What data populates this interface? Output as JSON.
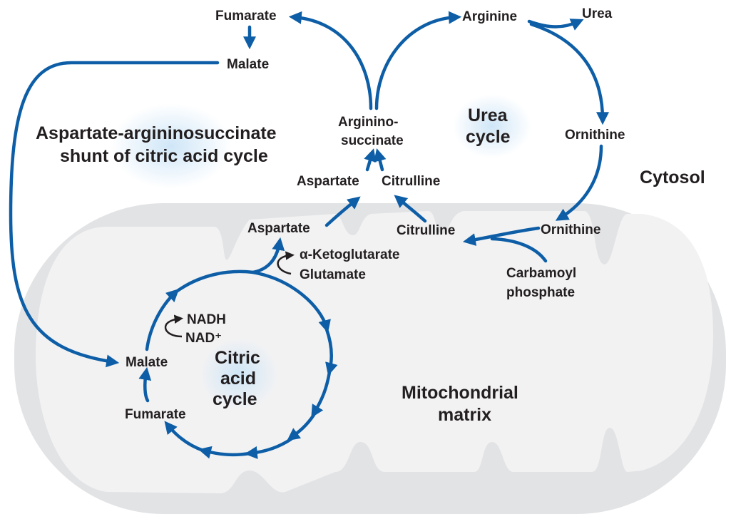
{
  "labels": {
    "fumarate_top": "Fumarate",
    "malate_top": "Malate",
    "arginine": "Arginine",
    "urea": "Urea",
    "ornithine_cytosol": "Ornithine",
    "argininosuccinate_line1": "Arginino-",
    "argininosuccinate_line2": "succinate",
    "urea_cycle_line1": "Urea",
    "urea_cycle_line2": "cycle",
    "shunt_line1": "Aspartate-argininosuccinate",
    "shunt_line2": "shunt of citric acid cycle",
    "cytosol": "Cytosol",
    "aspartate_cytosol": "Aspartate",
    "citrulline_cytosol": "Citrulline",
    "aspartate_matrix": "Aspartate",
    "citrulline_matrix": "Citrulline",
    "ornithine_matrix": "Ornithine",
    "alpha_ketoglutarate": "α-Ketoglutarate",
    "glutamate": "Glutamate",
    "carbamoyl_line1": "Carbamoyl",
    "carbamoyl_line2": "phosphate",
    "nadh": "NADH",
    "nad_plus": "NAD⁺",
    "malate_matrix": "Malate",
    "fumarate_matrix": "Fumarate",
    "citric_line1": "Citric",
    "citric_line2": "acid",
    "citric_line3": "cycle",
    "matrix_line1": "Mitochondrial",
    "matrix_line2": "matrix"
  },
  "colors": {
    "arrow": "#0d5ea6",
    "mito_outer": "#e2e3e5",
    "mito_inner": "#f2f2f3",
    "glow": "#cfe6f7",
    "text": "#231f20"
  }
}
